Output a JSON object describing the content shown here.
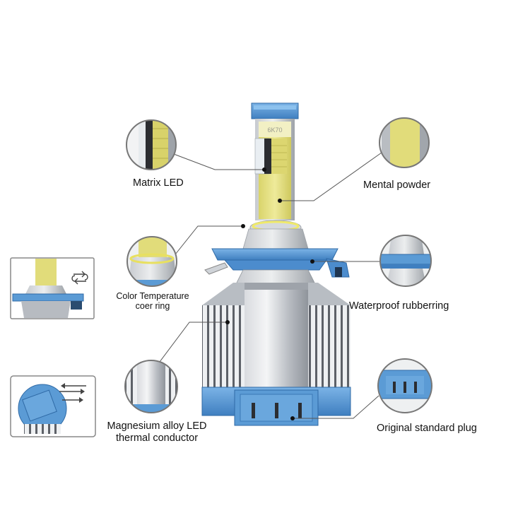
{
  "product": {
    "name": "LED headlight bulb",
    "heatsink_marking": "6K70"
  },
  "callouts": {
    "matrix_led": "Matrix LED",
    "mental_powder": "Mental powder",
    "color_ring_line1": "Color Temperature",
    "color_ring_line2": "coer ring",
    "waterproof": "Waterproof rubberring",
    "magnesium_line1": "Magnesium alloy LED",
    "magnesium_line2": "thermal conductor",
    "plug": "Original standard plug"
  },
  "colors": {
    "accent_blue": "#5b9bd5",
    "chip_yellow": "#e4e07a",
    "metal_gray": "#a7acb3"
  },
  "icons": [
    "swap-arrows-icon",
    "switch-arrows-icon"
  ]
}
